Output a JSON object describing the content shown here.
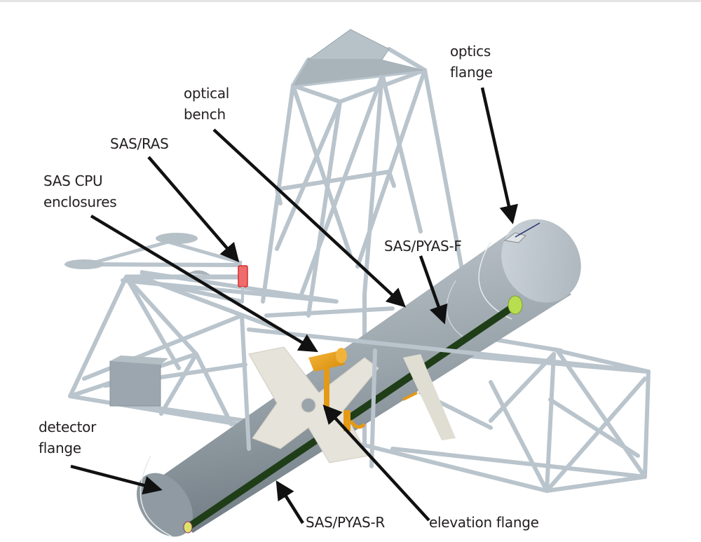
{
  "figure": {
    "subject": "Balloon-borne telescope gondola with optical bench and solar aspect system components",
    "colors": {
      "frame": "#b9c4cc",
      "frame_dark": "#8e9aa3",
      "tube": "#9aa4ab",
      "tube_light": "#c5ced4",
      "rail": "#1f3d17",
      "plate": "#e6e3da",
      "cpu_enclosure": "#e8a21c",
      "ras": "#e23b3b",
      "arrow": "#111111",
      "text": "#231f20"
    },
    "labels": {
      "optics_flange": "optics\nflange",
      "optical_bench": "optical\nbench",
      "sas_ras": "SAS/RAS",
      "sas_cpu": "SAS CPU\nenclosures",
      "sas_pyas_f": "SAS/PYAS-F",
      "detector_flange": "detector\nflange",
      "sas_pyas_r": "SAS/PYAS-R",
      "elevation_flange": "elevation flange"
    }
  }
}
